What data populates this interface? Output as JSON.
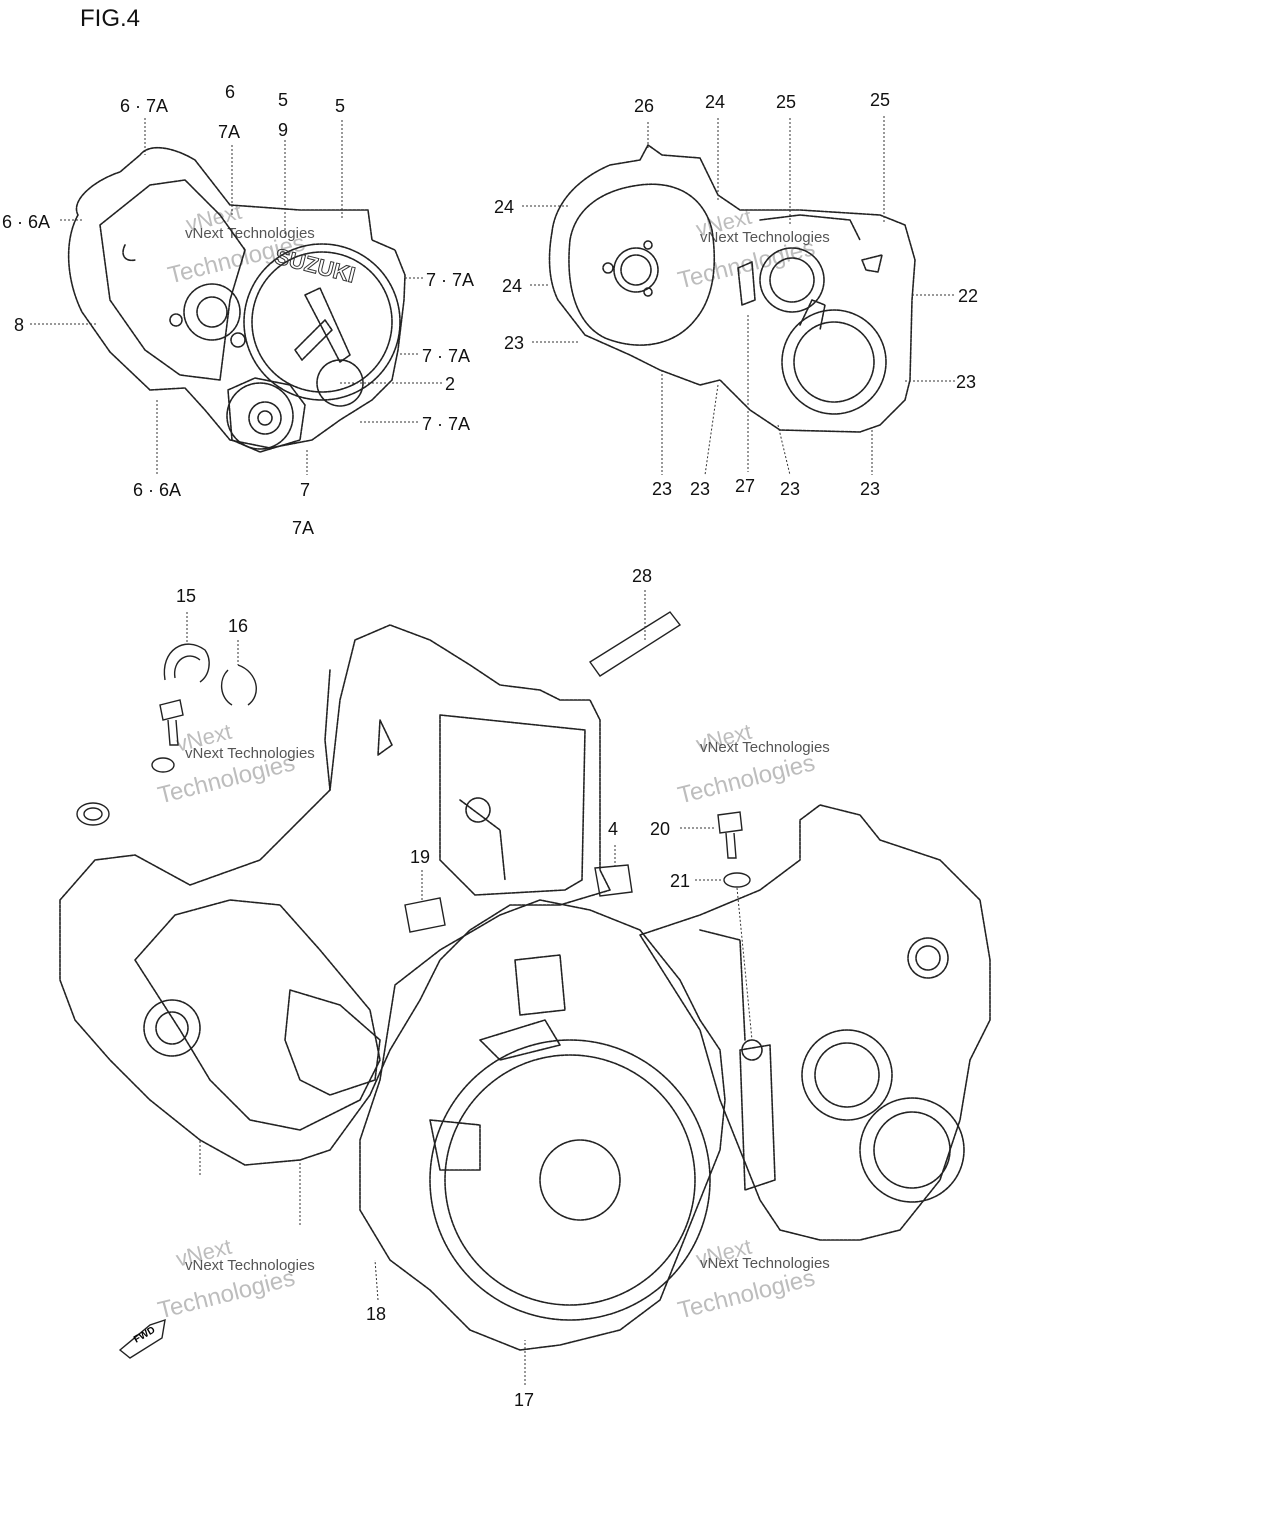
{
  "figure": {
    "title": "FIG.4",
    "brand_mark": "SUZUKI",
    "fwd_mark": "FWD"
  },
  "watermark": {
    "line1": "vNext Technologies",
    "line2": "vNext",
    "line3": "Technologies"
  },
  "callouts": [
    {
      "id": "c1",
      "text": "6 · 7A"
    },
    {
      "id": "c2",
      "text": "6"
    },
    {
      "id": "c3",
      "text": "7A"
    },
    {
      "id": "c4",
      "text": "5"
    },
    {
      "id": "c5",
      "text": "9"
    },
    {
      "id": "c6",
      "text": "5"
    },
    {
      "id": "c7",
      "text": "6 · 6A"
    },
    {
      "id": "c8",
      "text": "7 · 7A"
    },
    {
      "id": "c9",
      "text": "8"
    },
    {
      "id": "c10",
      "text": "7 · 7A"
    },
    {
      "id": "c11",
      "text": "2"
    },
    {
      "id": "c12",
      "text": "7 · 7A"
    },
    {
      "id": "c13",
      "text": "6 · 6A"
    },
    {
      "id": "c14",
      "text": "7"
    },
    {
      "id": "c15",
      "text": "7A"
    },
    {
      "id": "c16",
      "text": "26"
    },
    {
      "id": "c17",
      "text": "24"
    },
    {
      "id": "c18",
      "text": "25"
    },
    {
      "id": "c19",
      "text": "25"
    },
    {
      "id": "c20",
      "text": "24"
    },
    {
      "id": "c21",
      "text": "22"
    },
    {
      "id": "c22",
      "text": "24"
    },
    {
      "id": "c23",
      "text": "23"
    },
    {
      "id": "c24",
      "text": "23"
    },
    {
      "id": "c25",
      "text": "23"
    },
    {
      "id": "c26",
      "text": "23"
    },
    {
      "id": "c27",
      "text": "27"
    },
    {
      "id": "c28",
      "text": "23"
    },
    {
      "id": "c29",
      "text": "23"
    },
    {
      "id": "c30",
      "text": "28"
    },
    {
      "id": "c31",
      "text": "15"
    },
    {
      "id": "c32",
      "text": "16"
    },
    {
      "id": "c33",
      "text": "4"
    },
    {
      "id": "c34",
      "text": "20"
    },
    {
      "id": "c35",
      "text": "19"
    },
    {
      "id": "c36",
      "text": "21"
    },
    {
      "id": "c37",
      "text": "18"
    },
    {
      "id": "c38",
      "text": "17"
    }
  ]
}
